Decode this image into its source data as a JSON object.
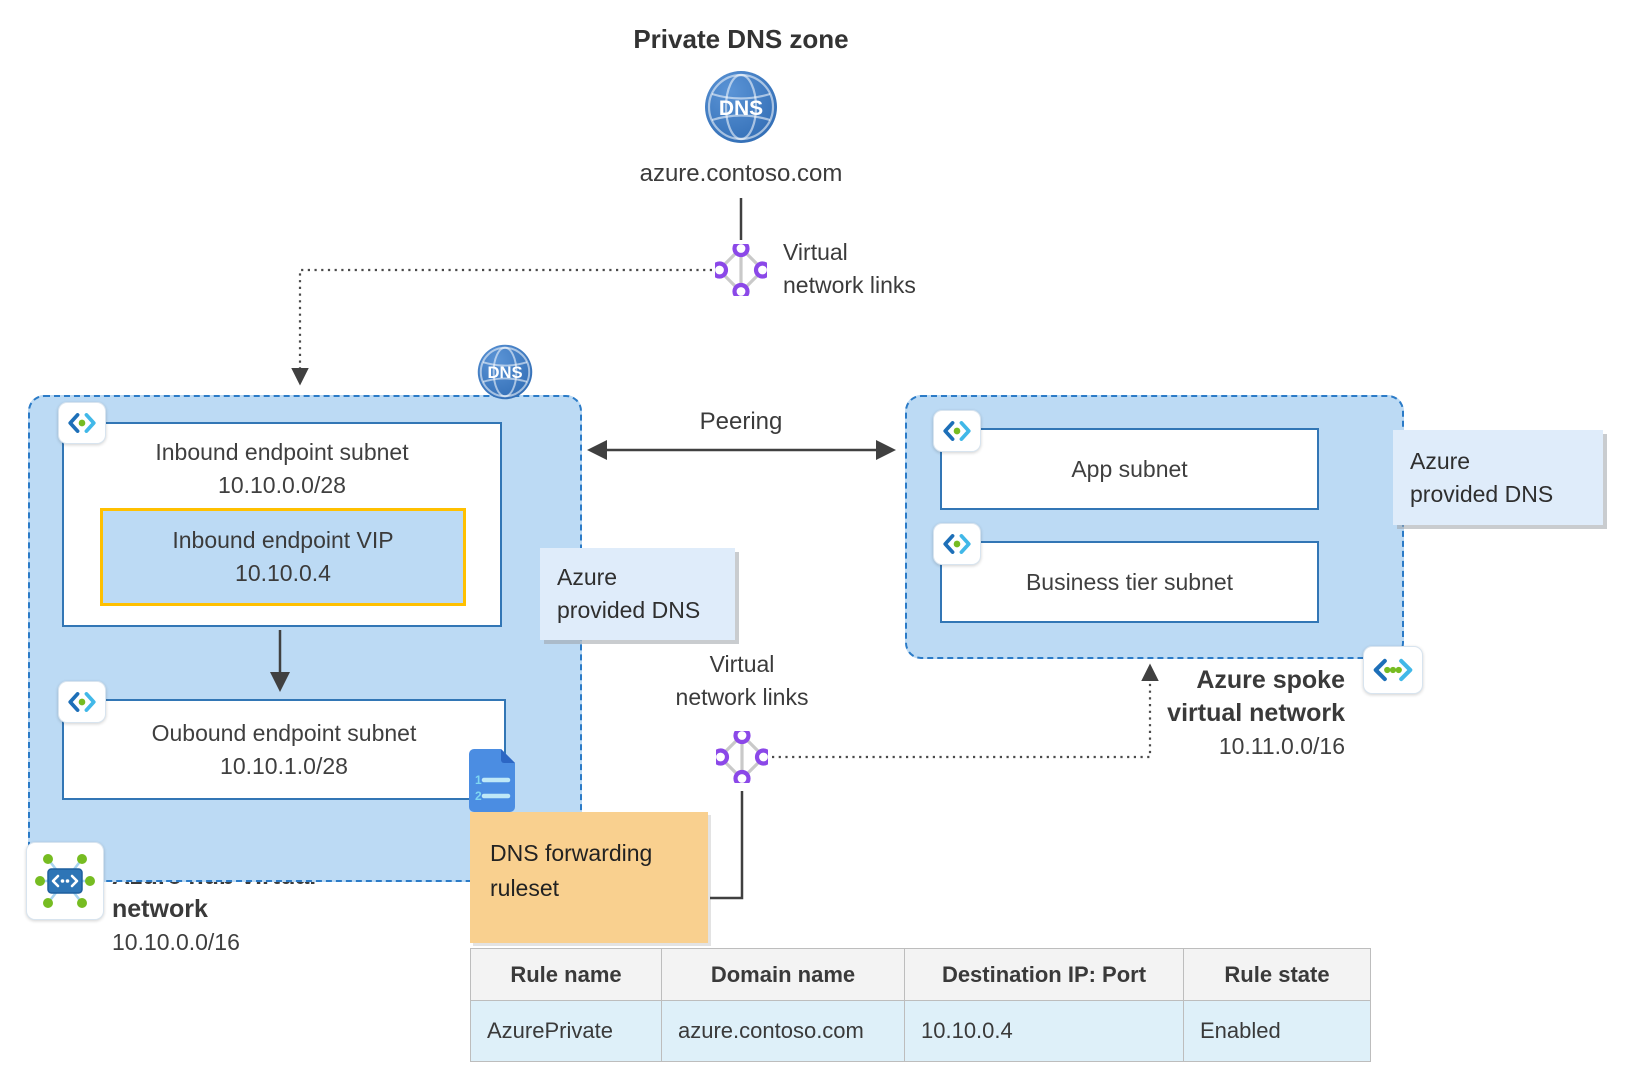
{
  "title": "Private DNS zone",
  "dns_zone": {
    "icon_label": "DNS",
    "domain": "azure.contoso.com"
  },
  "vnet_links_top": {
    "line1": "Virtual",
    "line2": "network links"
  },
  "vnet_links_bottom": {
    "line1": "Virtual",
    "line2": "network links"
  },
  "peering_label": "Peering",
  "hub": {
    "dns_icon_label": "DNS",
    "inbound_subnet": {
      "label": "Inbound endpoint subnet",
      "cidr": "10.10.0.0/28"
    },
    "inbound_vip": {
      "label": "Inbound endpoint VIP",
      "ip": "10.10.0.4"
    },
    "outbound_subnet": {
      "label": "Oubound endpoint subnet",
      "cidr": "10.10.1.0/28"
    },
    "name_line1": "Azure hub virtual",
    "name_line2": "network",
    "cidr": "10.10.0.0/16"
  },
  "spoke": {
    "app_subnet_label": "App subnet",
    "business_subnet_label": "Business tier subnet",
    "name_line1": "Azure spoke",
    "name_line2": "virtual network",
    "cidr": "10.11.0.0/16"
  },
  "azure_dns_hub": {
    "line1": "Azure",
    "line2": "provided DNS"
  },
  "azure_dns_spoke": {
    "line1": "Azure",
    "line2": "provided DNS"
  },
  "ruleset": {
    "line1": "DNS forwarding",
    "line2": "ruleset",
    "icon_line_numbers": [
      "1",
      "2"
    ]
  },
  "table": {
    "headers": [
      "Rule name",
      "Domain name",
      "Destination IP: Port",
      "Rule state"
    ],
    "rows": [
      [
        "AzurePrivate",
        "azure.contoso.com",
        "10.10.0.4",
        "Enabled"
      ]
    ]
  },
  "icons": {
    "dns_globe": "blue globe with DNS label",
    "virtual_network_links": "diamond of purple nodes",
    "subnet": "angle brackets with green dot",
    "virtual_network_hub": "blue brackets box with green spoke dots",
    "virtual_network_spoke": "angle brackets with three green dots",
    "dns_forwarding_ruleset_document": "blue numbered-list document"
  },
  "colors": {
    "vnet_fill": "#bcdaf4",
    "vnet_border": "#2b7bc7",
    "subnet_border": "#3276b5",
    "vip_border": "#ffc000",
    "dns_note_fill": "#dfecfa",
    "ruleset_fill": "#f9d08f",
    "table_header_bg": "#f3f3f3",
    "table_row_bg": "#def0f9",
    "link_node_purple": "#8b48e8",
    "globe_blue": "#3572b7",
    "green_dot": "#76bc21",
    "connector": "#404040"
  }
}
